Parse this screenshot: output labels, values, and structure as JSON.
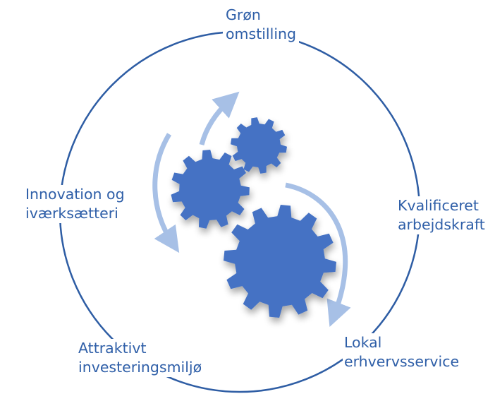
{
  "colors": {
    "circle": "#2e5da4",
    "gear": "#4472c4",
    "arrow": "#a7c0e6",
    "text": "#2f5fa8"
  },
  "gears": [
    {
      "name": "small-gear-icon",
      "size": "small"
    },
    {
      "name": "medium-gear-icon",
      "size": "medium"
    },
    {
      "name": "large-gear-icon",
      "size": "large"
    }
  ],
  "labels": {
    "top": {
      "line1": "Grøn",
      "line2": "omstilling"
    },
    "right": {
      "line1": "Kvalificeret",
      "line2": "arbejdskraft"
    },
    "bottom_right": {
      "line1": "Lokal",
      "line2": "erhvervsservice"
    },
    "bottom_left": {
      "line1": "Attraktivt",
      "line2": "investeringsmiljø"
    },
    "left": {
      "line1": "Innovation og",
      "line2": "iværksætteri"
    }
  }
}
